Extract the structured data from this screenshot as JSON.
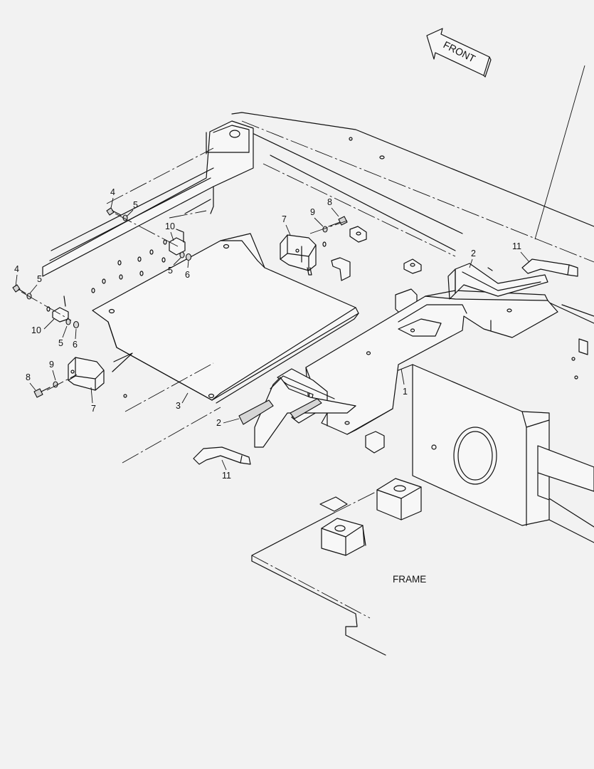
{
  "labels": {
    "front": "FRONT",
    "frame": "FRAME"
  },
  "callouts": [
    {
      "id": "c4a",
      "text": "4"
    },
    {
      "id": "c5a",
      "text": "5"
    },
    {
      "id": "c10a",
      "text": "10"
    },
    {
      "id": "c5b",
      "text": "5"
    },
    {
      "id": "c6a",
      "text": "6"
    },
    {
      "id": "c7a",
      "text": "7"
    },
    {
      "id": "c9a",
      "text": "9"
    },
    {
      "id": "c8a",
      "text": "8"
    },
    {
      "id": "c2a",
      "text": "2"
    },
    {
      "id": "c11a",
      "text": "11"
    },
    {
      "id": "c4b",
      "text": "4"
    },
    {
      "id": "c5c",
      "text": "5"
    },
    {
      "id": "c10b",
      "text": "10"
    },
    {
      "id": "c5d",
      "text": "5"
    },
    {
      "id": "c6b",
      "text": "6"
    },
    {
      "id": "c8b",
      "text": "8"
    },
    {
      "id": "c9b",
      "text": "9"
    },
    {
      "id": "c7b",
      "text": "7"
    },
    {
      "id": "c3",
      "text": "3"
    },
    {
      "id": "c1",
      "text": "1"
    },
    {
      "id": "c2b",
      "text": "2"
    },
    {
      "id": "c11b",
      "text": "11"
    }
  ]
}
